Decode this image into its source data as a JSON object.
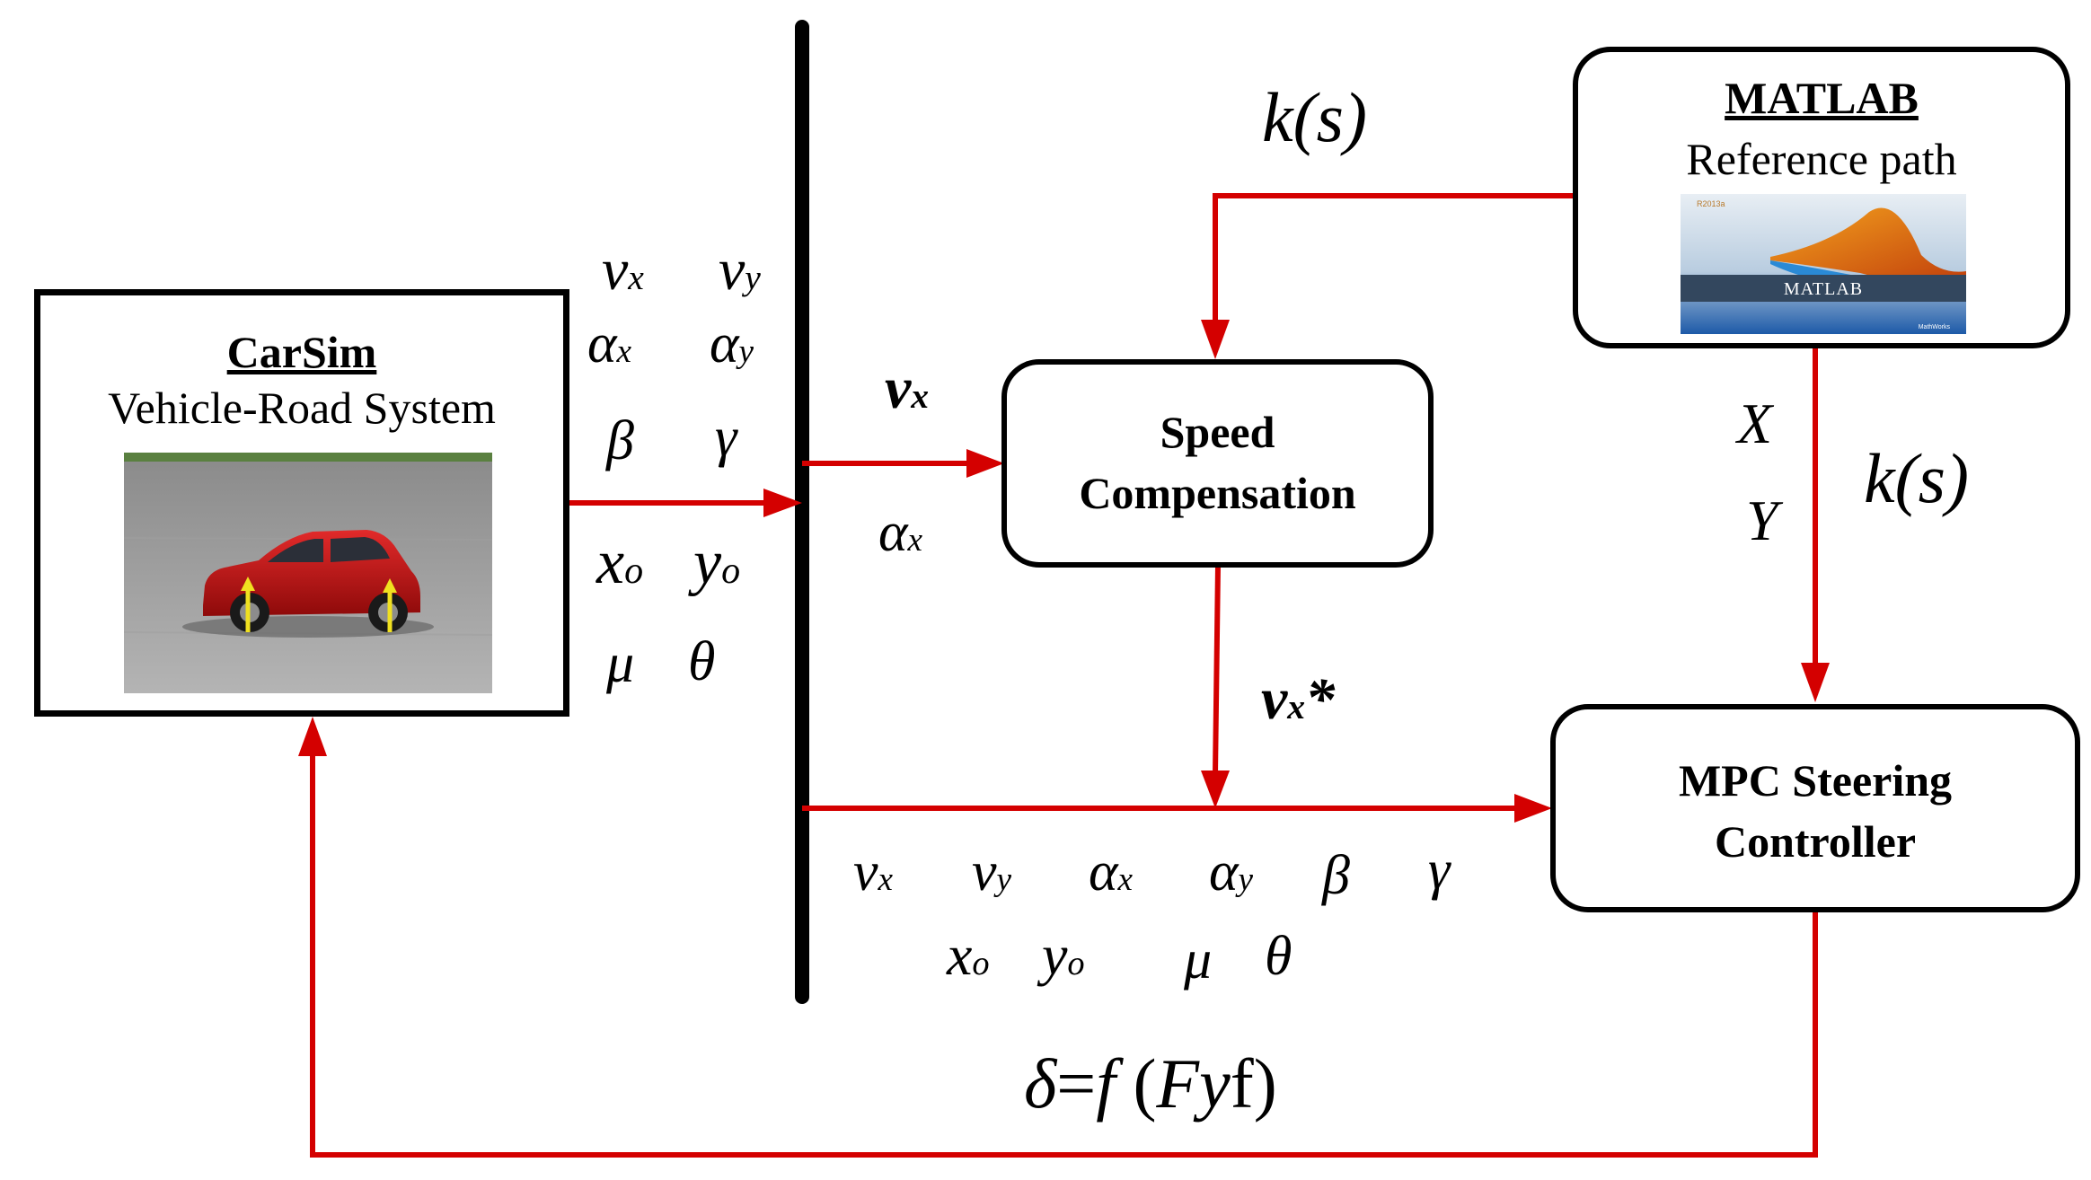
{
  "carsim": {
    "title": "CarSim",
    "subtitle": "Vehicle-Road System",
    "image": "carsim-car-scene"
  },
  "matlab": {
    "title": "MATLAB",
    "subtitle": "Reference path",
    "logo_text": "MATLAB",
    "logo_version": "R2013a",
    "logo_vendor": "MathWorks"
  },
  "speed_comp": {
    "line1": "Speed",
    "line2": "Compensation"
  },
  "mpc": {
    "line1": "MPC Steering",
    "line2": "Controller"
  },
  "signals": {
    "carsim_out": {
      "r1a": "v",
      "r1a_sub": "x",
      "r1b": "v",
      "r1b_sub": "y",
      "r2a": "α",
      "r2a_sub": "x",
      "r2b": "α",
      "r2b_sub": "y",
      "r3a": "β",
      "r3b": "γ",
      "r4a": "x",
      "r4a_sub": "o",
      "r4b": "y",
      "r4b_sub": "o",
      "r5a": "μ",
      "r5b": "θ"
    },
    "to_speed": {
      "v": "v",
      "v_sub": "x",
      "a": "α",
      "a_sub": "x"
    },
    "ks_top": "k(s)",
    "ks_right": "k(s)",
    "X": "X",
    "Y": "Y",
    "vx_star": {
      "v": "v",
      "sub": "x",
      "star": "*"
    },
    "to_mpc": {
      "r1": [
        {
          "s": "v",
          "sub": "x"
        },
        {
          "s": "v",
          "sub": "y"
        },
        {
          "s": "α",
          "sub": "x"
        },
        {
          "s": "α",
          "sub": "y"
        },
        {
          "s": "β",
          "sub": ""
        },
        {
          "s": "γ",
          "sub": ""
        }
      ],
      "r2": [
        {
          "s": "x",
          "sub": "o"
        },
        {
          "s": "y",
          "sub": "o"
        },
        {
          "s": "μ",
          "sub": ""
        },
        {
          "s": "θ",
          "sub": ""
        }
      ]
    },
    "feedback": {
      "delta": "δ",
      "eq": "=",
      "f": "f",
      "lp": "(",
      "F": "F",
      "y": "y",
      "ff": "f",
      "rp": ")"
    }
  },
  "colors": {
    "arrow": "#d40000",
    "bus": "#000000",
    "border": "#000000"
  }
}
